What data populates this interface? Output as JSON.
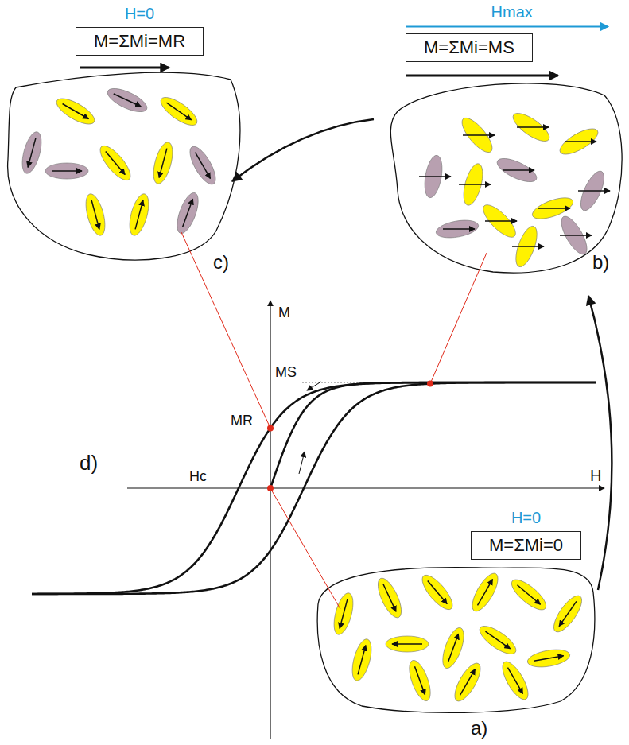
{
  "diagram": {
    "nodes": [
      {
        "text": [
          "H=0",
          "M=ΣMi=MR"
        ]
      },
      {
        "text": [
          "Hmax",
          "M=ΣMi=MS"
        ]
      },
      {
        "text": [
          "H=0",
          "M=ΣMi=0"
        ]
      }
    ],
    "labels": [
      "c)",
      "b)",
      "M",
      "MS",
      "MR",
      "d)",
      "Hc",
      "H",
      "a)"
    ]
  }
}
